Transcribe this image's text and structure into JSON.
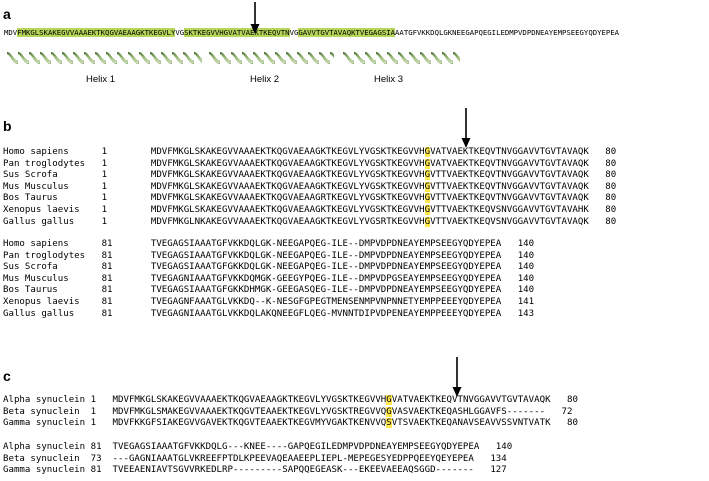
{
  "panels": [
    "a",
    "b",
    "c"
  ],
  "panel_a": {
    "segments": [
      {
        "text": "MDV",
        "hl": false
      },
      {
        "text": "FMKGLSKAKEGVVAAAEKTKQGVAEAAGKTKEGVLY",
        "hl": true
      },
      {
        "text": "VG",
        "hl": false
      },
      {
        "text": "SKTKEGVVHGVATVAEKTKEQVTN",
        "hl": true
      },
      {
        "text": "VG",
        "hl": false
      },
      {
        "text": "GAVVTGVTAVAQKTVEGAGSIA",
        "hl": true
      },
      {
        "text": "AATGFVKKDQLGKNEEGAPQEGILEDMPVDPDNEAYEMPSEEGYQDYEPEA",
        "hl": false
      }
    ],
    "helix_labels": [
      "Helix 1",
      "Helix 2",
      "Helix 3"
    ]
  },
  "panel_b": {
    "block1": [
      {
        "name": "Homo sapiens",
        "start": "1",
        "pre": "MDVFMKGLSKAKEGVVAAAEKTKQGVAEAAGKTKEGVLYVGSKTKEGVVH",
        "res": "G",
        "post": "VATVAEKTKEQVTNVGGAVVTGVTAVAQK",
        "end": "80"
      },
      {
        "name": "Pan troglodytes",
        "start": "1",
        "pre": "MDVFMKGLSKAKEGVVAAAEKTKQGVAEAAGKTKEGVLYVGSKTKEGVVH",
        "res": "G",
        "post": "VATVAEKTKEQVTNVGGAVVTGVTAVAQK",
        "end": "80"
      },
      {
        "name": "Sus Scrofa",
        "start": "1",
        "pre": "MDVFMKGLSKAKEGVVAAAEKTKQGVAEAAGKTKEGVLYVGSKTKEGVVH",
        "res": "G",
        "post": "VTTVAEKTKEQVTNVGGAVVTGVTAVAQK",
        "end": "80"
      },
      {
        "name": "Mus Musculus",
        "start": "1",
        "pre": "MDVFMKGLSKAKEGVVAAAEKTKQGVAEAAGKTKEGVLYVGSKTKEGVVH",
        "res": "G",
        "post": "VTTVAEKTKEQVTNVGGAVVTGVTAVAQK",
        "end": "80"
      },
      {
        "name": "Bos Taurus",
        "start": "1",
        "pre": "MDVFMKGLSKAKEGVVAAAEKTKQGVAEAAGRTKEGVLYVGSKTKEGVVH",
        "res": "G",
        "post": "VTTVAEKTKEQVTNVGGAVVTGVTAVAQK",
        "end": "80"
      },
      {
        "name": "Xenopus laevis",
        "start": "1",
        "pre": "MDVFMKGLSKAKEGVVAAAEKTKQGVAEAAGKTKEGVLYVGSKTKEGVVH",
        "res": "G",
        "post": "VTTVAEKTKEQVSNVGGAVVTGVTAVAHK",
        "end": "80"
      },
      {
        "name": "Gallus gallus",
        "start": "1",
        "pre": "MDVFMKGLNKAKEGVVAAAEKTKQGVAEAAGKTKEGVLYVGSRTKEGVVH",
        "res": "G",
        "post": "VTTVAEKTKEQVSNVGGAVVTGVTAVAQK",
        "end": "80"
      }
    ],
    "block2": [
      {
        "name": "Homo sapiens",
        "start": "81",
        "seq": "TVEGAGSIAAATGFVKKDQLGK-NEEGAPQEG-ILE--DMPVDPDNEAYEMPSEEGYQDYEPEA",
        "end": "140"
      },
      {
        "name": "Pan troglodytes",
        "start": "81",
        "seq": "TVEGAGSIAAATGFVKKDQLGK-NEEGAPQEG-ILE--DMPVDPDNEAYEMPSEEGYQDYEPEA",
        "end": "140"
      },
      {
        "name": "Sus Scrofa",
        "start": "81",
        "seq": "TVEGAGSIAAATGFGKKDQLGK-NEEGAPQEG-ILE--DMPVDPDNEAYEMPSEEGYQDYEPEA",
        "end": "140"
      },
      {
        "name": "Mus Musculus",
        "start": "81",
        "seq": "TVEGAGNIAAATGFVKKDQMGK-GEEGYPQEG-ILE--DMPVDPGSEAYEMPSEEGYQDYEPEA",
        "end": "140"
      },
      {
        "name": "Bos Taurus",
        "start": "81",
        "seq": "TVEGAGSIAAATGFGKKDHMGK-GEEGASQEG-ILE--DMPVDPDNEAYEMPSEEGYQDYEPEA",
        "end": "140"
      },
      {
        "name": "Xenopus laevis",
        "start": "81",
        "seq": "TVEGAGNFAAATGLVKKDQ--K-NESGFGPEGTMENSENMPVNPNNETYEMPPEEEYQDYEPEA",
        "end": "141"
      },
      {
        "name": "Gallus gallus",
        "start": "81",
        "seq": "TVEGAGNIAAATGLVKKDQLAKQNEEGFLQEG-MVNNTDIPVDPENEAYEMPPEEEYQDYEPEA",
        "end": "143"
      }
    ]
  },
  "panel_c": {
    "block1": [
      {
        "name": "Alpha synuclein",
        "start": "1",
        "pre": "MDVFMKGLSKAKEGVVAAAEKTKQGVAEAAGKTKEGVLYVGSKTKEGVVH",
        "res": "G",
        "post": "VATVAEKTKEQVTNVGGAVVTGVTAVAQK",
        "end": "80"
      },
      {
        "name": "Beta synuclein",
        "start": "1",
        "pre": "MDVFMKGLSMAKEGVVAAAEKTKQGVTEAAEKTKEGVLYVGSKTREGVVQ",
        "res": "G",
        "post": "VASVAEKTKEQASHLGGAVFS-------",
        "end": "72"
      },
      {
        "name": "Gamma synuclein",
        "start": "1",
        "pre": "MDVFKKGFSIAKEGVVGAVEKTKQGVTEAAEKTKEGVMYVGAKTKENVVQ",
        "res": "S",
        "post": "VTSVAEKTKEQANAVSEAVVSSVNTVATK",
        "end": "80"
      }
    ],
    "block2": [
      {
        "name": "Alpha synuclein",
        "start": "81",
        "seq": "TVEGAGSIAAATGFVKKDQLG---KNEE----GAPQEGILEDMPVDPDNEAYEMPSEEGYQDYEPEA",
        "end": "140"
      },
      {
        "name": "Beta synuclein",
        "start": "73",
        "seq": "---GAGNIAAATGLVKREEFPTDLKPEEVAQEAAEEPLIEPL-MEPEGESYEDPPQEEYQEYEPEA",
        "end": "134"
      },
      {
        "name": "Gamma synuclein",
        "start": "81",
        "seq": "TVEEAENIAVTSGVVRKEDLRP---------SAPQQEGEASK---EKEEVAEEAQSGGD-------",
        "end": "127"
      }
    ]
  }
}
